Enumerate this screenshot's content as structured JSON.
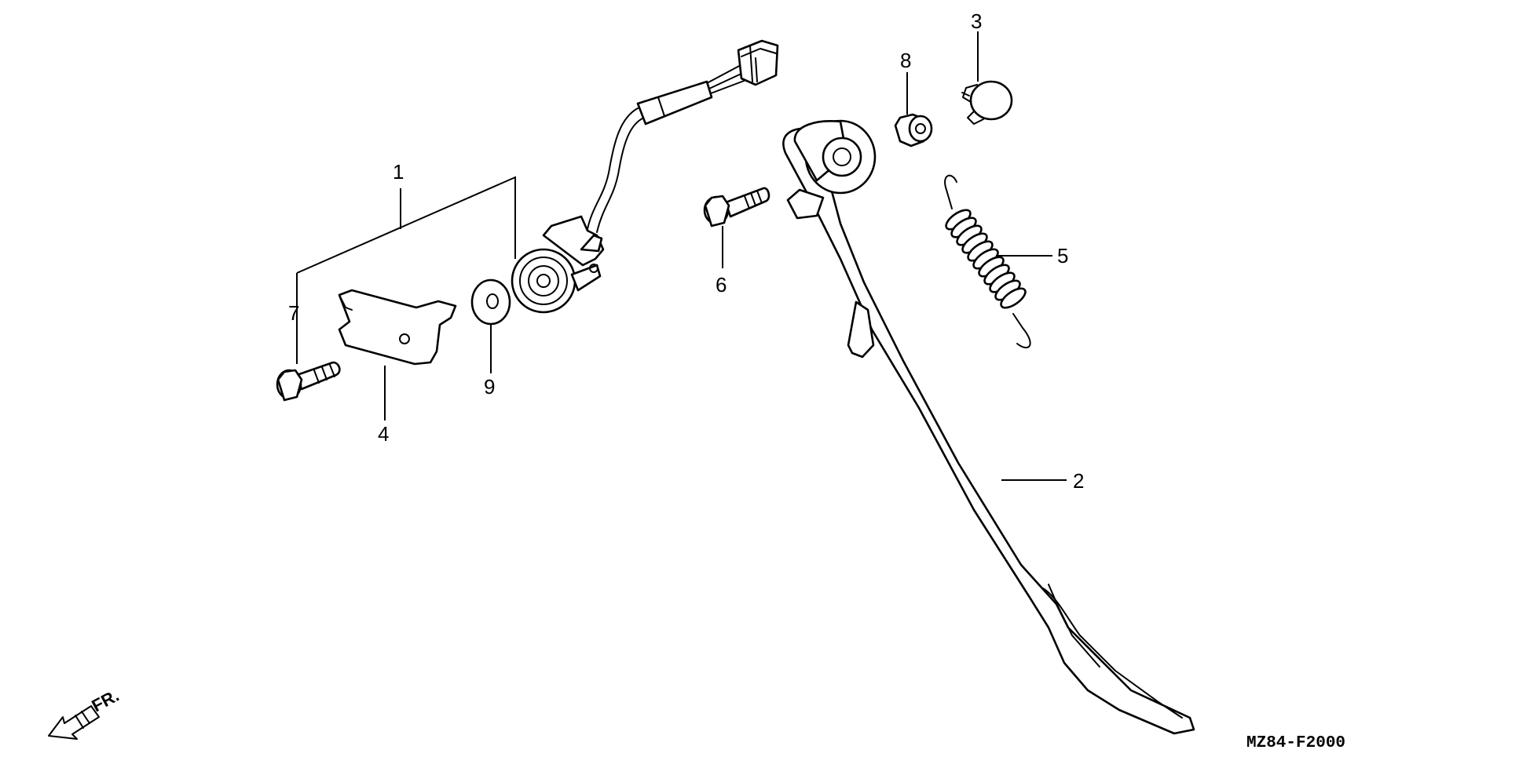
{
  "diagram": {
    "drawing_code": "MZ84-F2000",
    "direction_label": "FR.",
    "callouts": [
      "1",
      "2",
      "3",
      "4",
      "5",
      "6",
      "7",
      "8",
      "9"
    ]
  },
  "icons": {
    "direction": "front-arrow-icon"
  },
  "colors": {
    "line": "#000000",
    "background": "#ffffff"
  }
}
